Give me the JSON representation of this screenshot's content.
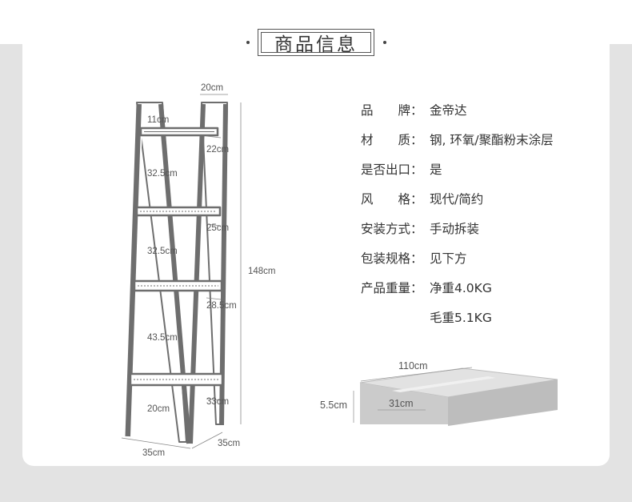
{
  "header": {
    "title": "商品信息"
  },
  "shelf": {
    "top_width": "20cm",
    "top_gap": "11cm",
    "shelf1_depth": "22cm",
    "gap1": "32.5cm",
    "shelf2_depth": "25cm",
    "gap2": "32.5cm",
    "height": "148cm",
    "shelf3_depth": "28.5cm",
    "gap3": "43.5cm",
    "shelf4_depth": "33cm",
    "bottom_gap": "20cm",
    "base_width": "35cm",
    "base_depth": "35cm"
  },
  "specs": [
    {
      "label": "品　　牌：",
      "value": "金帝达"
    },
    {
      "label": "材　　质：",
      "value": "钢, 环氧/聚酯粉末涂层"
    },
    {
      "label": "是否出口：",
      "value": "是"
    },
    {
      "label": "风　　格：",
      "value": "现代/简约"
    },
    {
      "label": "安装方式：",
      "value": "手动拆装"
    },
    {
      "label": "包装规格：",
      "value": "见下方"
    },
    {
      "label": "产品重量：",
      "value": "净重4.0KG"
    },
    {
      "label": "",
      "value": "毛重5.1KG"
    }
  ],
  "package": {
    "length": "110cm",
    "height": "5.5cm",
    "width": "31cm"
  },
  "colors": {
    "frame": "#6e6e6e",
    "background_band": "#e3e3e3",
    "box": "#c9c9c9"
  }
}
